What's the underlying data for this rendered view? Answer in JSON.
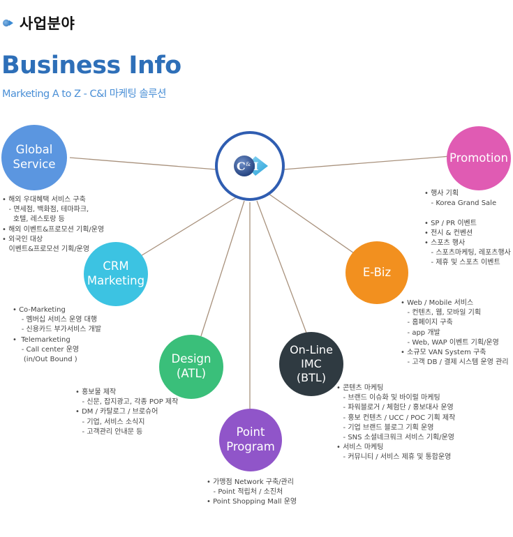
{
  "header": {
    "title": "사업분야"
  },
  "hero": {
    "title": "Business Info",
    "subtitle": "Marketing A to Z  - C&I 마케팅 솔루션"
  },
  "center": {
    "logo_text_left": "C",
    "logo_text_amp": "&",
    "logo_text_right": "I"
  },
  "colors": {
    "global": "#5b96e0",
    "promotion": "#e05bb3",
    "crm": "#3cc3e2",
    "ebiz": "#f2901f",
    "design": "#3abf7a",
    "online": "#2f3a41",
    "point": "#9055c9",
    "center_ring": "#2f5db1",
    "lines": "#a8917c"
  },
  "nodes": {
    "global": {
      "label": "Global\nService"
    },
    "promotion": {
      "label": "Promotion"
    },
    "crm": {
      "label": "CRM\nMarketing"
    },
    "ebiz": {
      "label": "E-Biz"
    },
    "design": {
      "label": "Design\n(ATL)"
    },
    "online": {
      "label": "On-Line\nIMC\n(BTL)"
    },
    "point": {
      "label": "Point\nProgram"
    }
  },
  "descriptions": {
    "global": "• 해외 우대혜택 서비스 구축\n   - 면세점, 백화점, 테마파크,\n     호텔, 레스토랑 등\n• 해외 이벤트&프로모션 기획/운영\n• 외국인 대상\n   이벤트&프로모션 기획/운영",
    "promotion": "• 행사 기획\n   - Korea Grand Sale\n\n• SP / PR 이벤트\n• 전시 & 컨벤션\n• 스포츠 행사\n   - 스포츠마케팅, 레포츠행사\n   - 제휴 및 스포츠 이벤트",
    "crm": "• Co-Marketing\n    - 멤버십 서비스 운영 대행\n    - 신용카드 부가서비스 개발\n•  Telemarketing\n    - Call center 운영\n     (in/Out Bound )",
    "ebiz": "• Web / Mobile 서비스\n   - 컨텐츠, 웹, 모바일 기획\n   - 홈페이지 구축\n   - app 개발\n   - Web, WAP 이벤트 기획/운영\n• 소규모 VAN System 구축\n   - 고객 DB / 결제 시스템 운영 관리",
    "design": "• 홍보물 제작\n   - 신문, 잡지광고, 각종 POP 제작\n• DM / 카탈로그 / 브로슈어\n   - 기업, 서비스 소식지\n   - 고객관리 안내문 등",
    "online": "• 콘텐츠 마케팅\n   - 브랜드 이슈화 및 바이럴 마케팅\n   - 파워블로거 / 체험단 / 홍보대사 운영\n   - 홍보 컨텐츠 / UCC / POC 기획 제작\n   - 기업 브랜드 블로그 기획 운영\n   - SNS 소셜네크워크 서비스 기획/운영\n• 서비스 마케팅\n   - 커뮤니티 / 서비스 제휴 및 통합운영",
    "point": "• 가맹점 Network 구축/관리\n   - Point 적립처 / 소진처\n• Point Shopping Mall 운영"
  }
}
